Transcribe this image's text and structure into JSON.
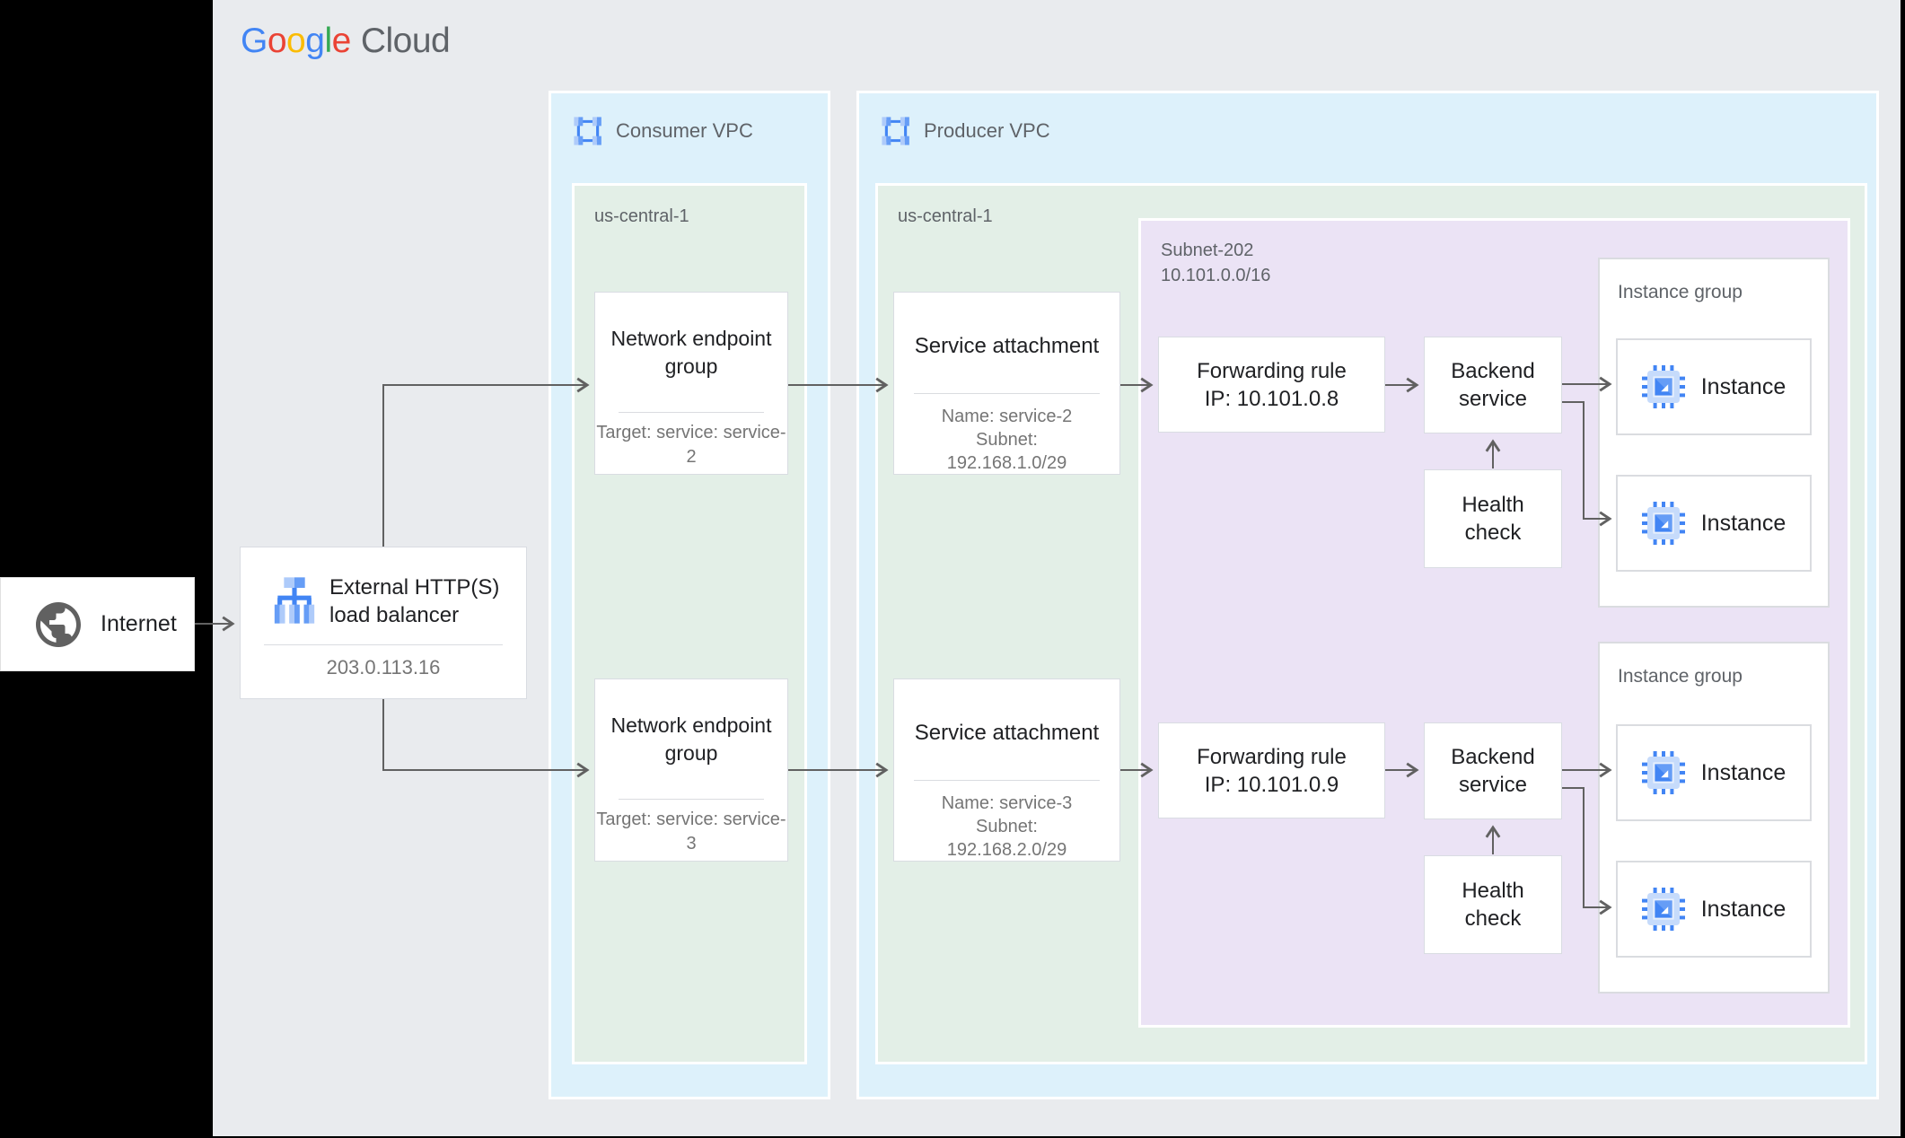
{
  "brand": {
    "letters": [
      {
        "ch": "G",
        "color": "#4285F4"
      },
      {
        "ch": "o",
        "color": "#EA4335"
      },
      {
        "ch": "o",
        "color": "#FBBC04"
      },
      {
        "ch": "g",
        "color": "#4285F4"
      },
      {
        "ch": "l",
        "color": "#34A853"
      },
      {
        "ch": "e",
        "color": "#EA4335"
      }
    ],
    "cloud": "Cloud"
  },
  "palette": {
    "canvas": "#e9ebee",
    "vpc_fill": "#ddf1fb",
    "region_fill": "#e3efe7",
    "subnet_fill": "#ebe3f5",
    "card_border": "#dadce0",
    "arrow": "#616161",
    "title_text": "#202124",
    "muted_text": "#757575",
    "label_text": "#5f6368",
    "icon_blue": "#4285f4",
    "icon_blue_mid": "#669df6",
    "icon_blue_light": "#aecbfa"
  },
  "internet": {
    "label": "Internet",
    "icon": "globe-icon"
  },
  "load_balancer": {
    "title": "External HTTP(S) load balancer",
    "ip": "203.0.113.16",
    "icon": "load-balancer-icon"
  },
  "consumer_vpc": {
    "label": "Consumer VPC",
    "icon": "vpc-icon",
    "region": {
      "label": "us-central-1",
      "negs": [
        {
          "title": "Network endpoint group",
          "detail": "Target: service: service-2"
        },
        {
          "title": "Network endpoint group",
          "detail": "Target: service: service-3"
        }
      ]
    }
  },
  "producer_vpc": {
    "label": "Producer VPC",
    "icon": "vpc-icon",
    "region": {
      "label": "us-central-1",
      "service_attachments": [
        {
          "title": "Service attachment",
          "lines": [
            "Name: service-2",
            "Subnet:",
            "192.168.1.0/29"
          ]
        },
        {
          "title": "Service attachment",
          "lines": [
            "Name: service-3",
            "Subnet:",
            "192.168.2.0/29"
          ]
        }
      ],
      "subnet": {
        "name": "Subnet-202",
        "cidr": "10.101.0.0/16",
        "flows": [
          {
            "forwarding_rule": {
              "title": "Forwarding rule",
              "ip": "IP: 10.101.0.8"
            },
            "backend_service": "Backend service",
            "health_check": "Health check"
          },
          {
            "forwarding_rule": {
              "title": "Forwarding rule",
              "ip": "IP: 10.101.0.9"
            },
            "backend_service": "Backend service",
            "health_check": "Health check"
          }
        ]
      },
      "instance_groups": [
        {
          "label": "Instance group",
          "instances": [
            "Instance",
            "Instance"
          ]
        },
        {
          "label": "Instance group",
          "instances": [
            "Instance",
            "Instance"
          ]
        }
      ]
    }
  }
}
